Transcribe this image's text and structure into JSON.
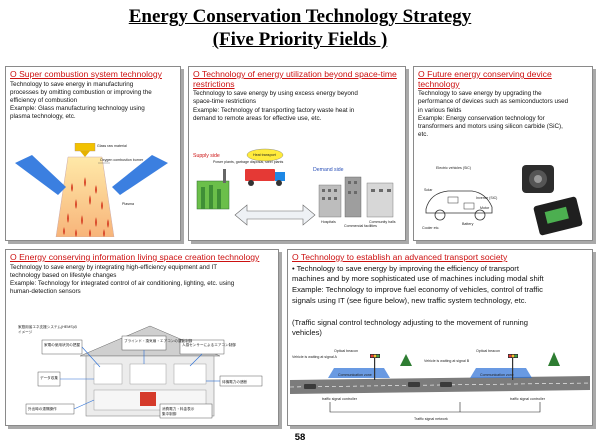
{
  "title": {
    "line1": "Energy Conservation Technology Strategy",
    "line2": "(Five Priority Fields )"
  },
  "panels": [
    {
      "heading": "O Super combustion system technology",
      "lines": [
        "Technology to save energy in manufacturing",
        "processes by omitting combustion or improving the",
        "efficiency of combustion",
        "Example: Glass manufacturing technology using",
        "plasma technology, etc."
      ],
      "figure_labels": {
        "top": "Glass raw material",
        "burner": "Oxygen combustion burner",
        "plasma": "Plasma"
      }
    },
    {
      "heading": "O Technology of energy utilization beyond space-time restrictions",
      "lines": [
        "Technology to save energy by using excess energy beyond",
        "space-time restrictions",
        "Example: Technology of transporting factory waste heat in",
        "demand to remote areas for effective use, etc."
      ],
      "figure_labels": {
        "supply": "Supply side",
        "demand": "Demand side",
        "supply_note": "Power plants, garbage disposal, steel plants",
        "heat": "Heat transport",
        "bld1": "Hospitals",
        "bld2": "Commercial facilities",
        "bld3": "Community halls"
      }
    },
    {
      "heading": "O Future energy conserving device technology",
      "lines": [
        "Technology to save energy by upgrading the",
        "performance of devices such as semiconductors used",
        "in various fields",
        "Example: Energy conservation technology for",
        "transformers and motors using silicon carbide (SiC),",
        "etc."
      ],
      "figure_labels": {
        "a": "Electric vehicles (SiC)",
        "b": "Inverter (SiC)",
        "c": "Motor",
        "d": "Solar",
        "e": "Cooler etc.",
        "f": "Battery"
      }
    },
    {
      "heading": "O Energy conserving information living space creation technology",
      "lines": [
        "Technology to save energy by integrating high-efficiency equipment and IT",
        "technology based on lifestyle changes",
        "Example: Technology for integrated control of air conditioning, lighting, etc. using",
        "human-detection sensors"
      ],
      "figure_labels": {
        "caption": "家庭用省エネ支援システム(HEMS)の",
        "caption2": "イメージ",
        "l1": "家電の使用状況の把握",
        "l2": "ブラインド・換気扇・エアコンの運動制御",
        "l3": "人感センサーによるエアコン制御",
        "l4": "データ収集",
        "l5": "待機電力の遮断",
        "l6": "外出時の遠隔操作",
        "l7": "消費電力・料金表示",
        "l8": "集中制御"
      }
    },
    {
      "heading": "O Technology to establish an advanced transport society",
      "lines": [
        "• Technology to save energy by improving the efficiency of transport",
        "machines and by more sophisticated use of machines including modal shift",
        "Example: Technology to improve fuel economy of vehicles, control of traffic",
        "signals using IT (see figure below), new traffic system technology, etc.",
        "",
        "(Traffic signal control technology adjusting to the movement of running",
        "vehicles)"
      ],
      "figure_labels": {
        "v1": "Vehicle is waiting at signal A",
        "opt1": "Optical beacon",
        "v2": "Vehicle is waiting at signal B",
        "opt2": "Optical beacon",
        "comm1": "Communication zone",
        "comm2": "Communication zone",
        "ctrl1": "traffic signal controller",
        "ctrl2": "traffic signal controller",
        "net": "Traffic signal network"
      }
    }
  ],
  "page_number": "58",
  "colors": {
    "heading_red": "#cc1111",
    "panel_border": "#8a8a8a",
    "shadow": "#a9a9a9",
    "arrow_blue": "#2a6fd6",
    "flame": "#d94a2b",
    "road": "#7c7c7c"
  }
}
